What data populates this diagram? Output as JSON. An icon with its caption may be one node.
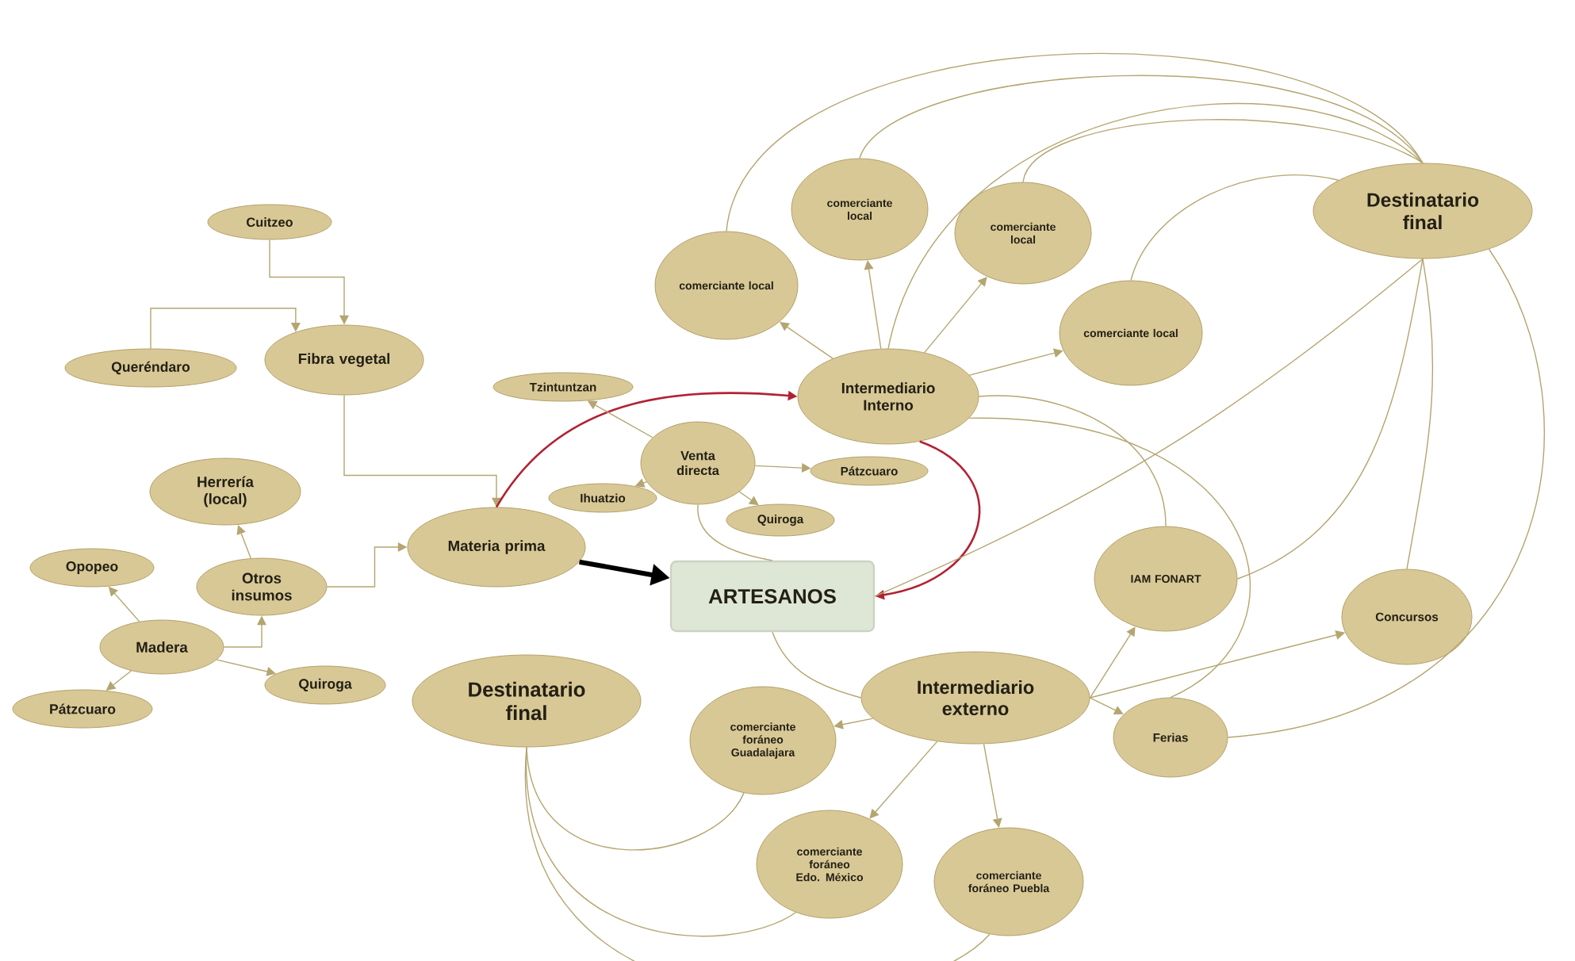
{
  "diagram": {
    "nodes": [
      {
        "text": [
          "Cuitzeo"
        ]
      },
      {
        "text": [
          "Queréndaro"
        ]
      },
      {
        "text": [
          "Fibra vegetal"
        ]
      },
      {
        "text": [
          "Herrería (local)"
        ]
      },
      {
        "text": [
          "Opopeo"
        ]
      },
      {
        "text": [
          "Otros insumos"
        ]
      },
      {
        "text": [
          "Madera"
        ]
      },
      {
        "text": [
          "Pátzcuaro"
        ]
      },
      {
        "text": [
          "Quiroga"
        ]
      },
      {
        "text": [
          "Materia prima"
        ]
      },
      {
        "text": [
          "ARTESANOS"
        ]
      },
      {
        "text": [
          "Tzintuntzan"
        ]
      },
      {
        "text": [
          "Venta directa"
        ]
      },
      {
        "text": [
          "Ihuatzio"
        ]
      },
      {
        "text": [
          "Pátzcuaro"
        ]
      },
      {
        "text": [
          "Quiroga"
        ]
      },
      {
        "text": [
          "comerciante local"
        ]
      },
      {
        "text": [
          "comerciante local"
        ]
      },
      {
        "text": [
          "comerciante local"
        ]
      },
      {
        "text": [
          "comerciante local"
        ]
      },
      {
        "text": [
          "Intermediario Interno"
        ]
      },
      {
        "text": [
          "Destinatario final"
        ]
      },
      {
        "text": [
          "IAM FONART"
        ]
      },
      {
        "text": [
          "Concursos"
        ]
      },
      {
        "text": [
          "Destinatario final"
        ]
      },
      {
        "text": [
          "Intermediario externo"
        ]
      },
      {
        "text": [
          "comerciante foráneo Guadalajara"
        ]
      },
      {
        "text": [
          "comerciante foráneo Edo. México"
        ]
      },
      {
        "text": [
          "comerciante foráneo Puebla"
        ]
      },
      {
        "text": [
          "Ferias"
        ]
      }
    ],
    "edges": [
      {
        "from": 0,
        "to": 2,
        "arrow": "to"
      },
      {
        "from": 1,
        "to": 2,
        "arrow": "to"
      },
      {
        "from": 2,
        "to": 9,
        "arrow": "to"
      },
      {
        "from": 5,
        "to": 9,
        "arrow": "to"
      },
      {
        "from": 5,
        "to": 3,
        "arrow": "to"
      },
      {
        "from": 6,
        "to": 5,
        "arrow": "to"
      },
      {
        "from": 6,
        "to": 4,
        "arrow": "to"
      },
      {
        "from": 6,
        "to": 7,
        "arrow": "to"
      },
      {
        "from": 6,
        "to": 8,
        "arrow": "to"
      },
      {
        "from": 9,
        "to": 10,
        "arrow": "to",
        "style": "thick",
        "color": "#000000"
      },
      {
        "from": 9,
        "to": 20,
        "arrow": "to",
        "color": "#b22234"
      },
      {
        "from": 20,
        "to": 10,
        "arrow": "to",
        "color": "#b22234"
      },
      {
        "from": 12,
        "to": 11,
        "arrow": "to"
      },
      {
        "from": 12,
        "to": 13,
        "arrow": "to"
      },
      {
        "from": 12,
        "to": 14,
        "arrow": "to"
      },
      {
        "from": 12,
        "to": 15,
        "arrow": "to"
      },
      {
        "from": 12,
        "to": 10,
        "arrow": "none"
      },
      {
        "from": 20,
        "to": 16,
        "arrow": "to"
      },
      {
        "from": 20,
        "to": 17,
        "arrow": "to"
      },
      {
        "from": 20,
        "to": 18,
        "arrow": "to"
      },
      {
        "from": 20,
        "to": 19,
        "arrow": "to"
      },
      {
        "from": 16,
        "to": 21,
        "arrow": "none"
      },
      {
        "from": 17,
        "to": 21,
        "arrow": "none"
      },
      {
        "from": 18,
        "to": 21,
        "arrow": "none"
      },
      {
        "from": 19,
        "to": 21,
        "arrow": "none"
      },
      {
        "from": 20,
        "to": 21,
        "arrow": "none"
      },
      {
        "from": 20,
        "to": 22,
        "arrow": "none"
      },
      {
        "from": 20,
        "to": 29,
        "arrow": "none"
      },
      {
        "from": 21,
        "to": 10,
        "arrow": "none"
      },
      {
        "from": 21,
        "to": 22,
        "arrow": "none"
      },
      {
        "from": 21,
        "to": 23,
        "arrow": "none"
      },
      {
        "from": 21,
        "to": 29,
        "arrow": "none"
      },
      {
        "from": 10,
        "to": 25,
        "arrow": "none"
      },
      {
        "from": 25,
        "to": 22,
        "arrow": "to"
      },
      {
        "from": 25,
        "to": 23,
        "arrow": "to"
      },
      {
        "from": 25,
        "to": 29,
        "arrow": "to"
      },
      {
        "from": 25,
        "to": 26,
        "arrow": "to"
      },
      {
        "from": 25,
        "to": 27,
        "arrow": "to"
      },
      {
        "from": 25,
        "to": 28,
        "arrow": "to"
      },
      {
        "from": 24,
        "to": 26,
        "arrow": "none"
      },
      {
        "from": 24,
        "to": 27,
        "arrow": "none"
      },
      {
        "from": 24,
        "to": 28,
        "arrow": "none"
      }
    ]
  }
}
